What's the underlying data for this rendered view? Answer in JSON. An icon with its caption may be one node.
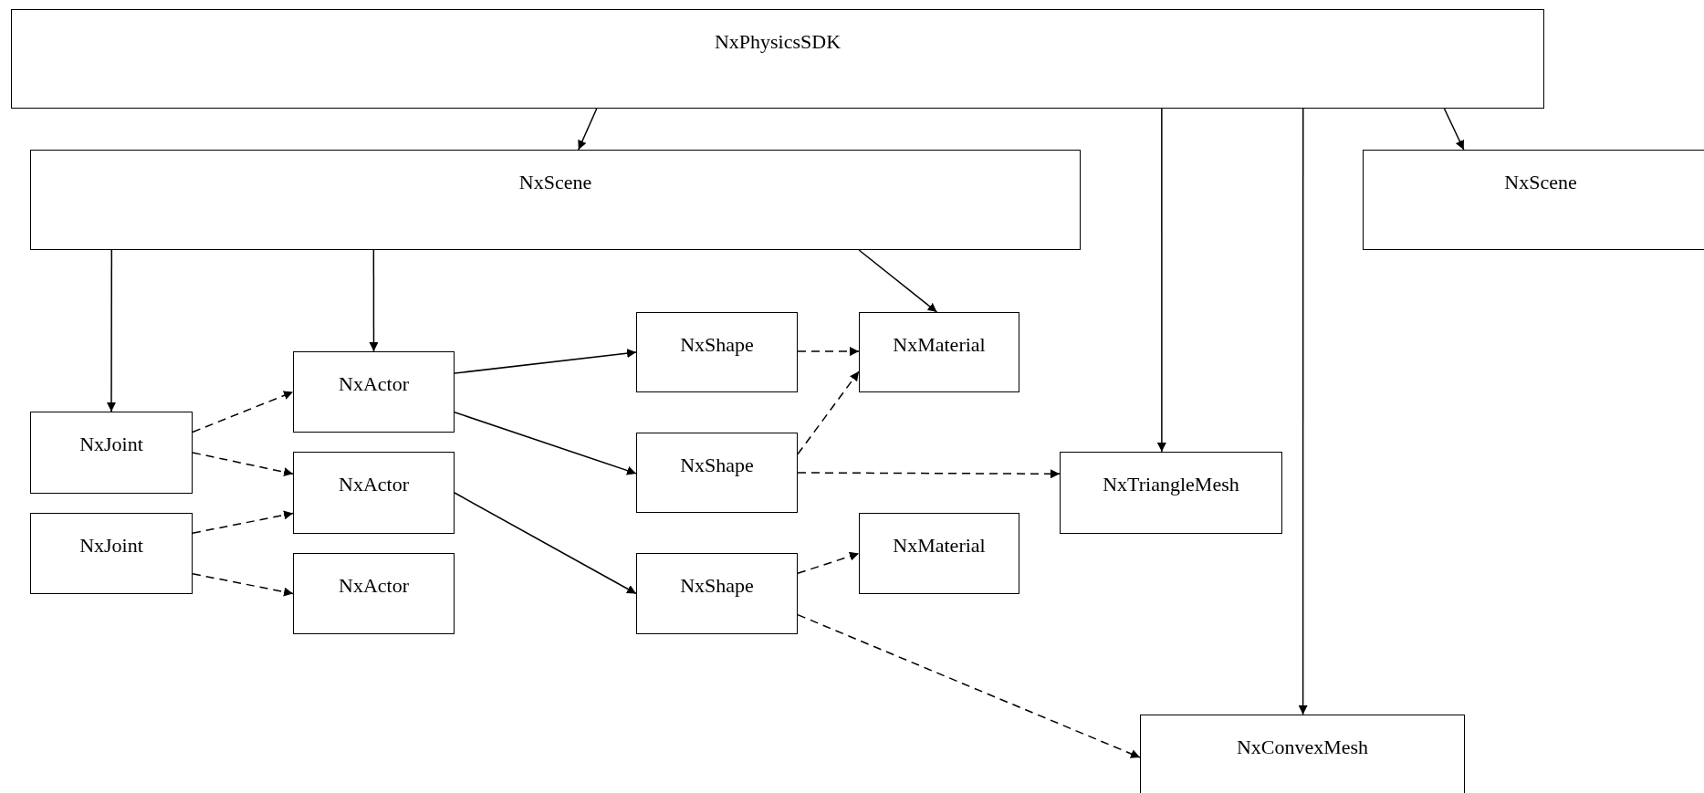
{
  "diagram": {
    "nodes": [
      {
        "text": [
          "NxPhysicsSDK"
        ]
      },
      {
        "text": [
          "NxScene"
        ]
      },
      {
        "text": [
          "NxScene"
        ]
      },
      {
        "text": [
          "NxActor"
        ]
      },
      {
        "text": [
          "NxShape"
        ]
      },
      {
        "text": [
          "NxMaterial"
        ]
      },
      {
        "text": [
          "NxJoint"
        ]
      },
      {
        "text": [
          "NxActor"
        ]
      },
      {
        "text": [
          "NxShape"
        ]
      },
      {
        "text": [
          "NxTriangleMesh"
        ]
      },
      {
        "text": [
          "NxJoint"
        ]
      },
      {
        "text": [
          "NxMaterial"
        ]
      },
      {
        "text": [
          "NxActor"
        ]
      },
      {
        "text": [
          "NxShape"
        ]
      },
      {
        "text": [
          "NxConvexMesh"
        ]
      }
    ],
    "edges": [
      {
        "from": 0,
        "to": 1,
        "arrow": "to"
      },
      {
        "from": 0,
        "to": 9,
        "arrow": "to"
      },
      {
        "from": 0,
        "to": 14,
        "arrow": "to"
      },
      {
        "from": 0,
        "to": 2,
        "arrow": "to"
      },
      {
        "from": 1,
        "to": 6,
        "arrow": "to"
      },
      {
        "from": 1,
        "to": 3,
        "arrow": "to"
      },
      {
        "from": 1,
        "to": 5,
        "arrow": "to"
      },
      {
        "from": 3,
        "to": 4,
        "arrow": "to"
      },
      {
        "from": 3,
        "to": 8,
        "arrow": "to"
      },
      {
        "from": 7,
        "to": 13,
        "arrow": "to"
      },
      {
        "from": 6,
        "to": 3,
        "arrow": "to",
        "style": "dashed"
      },
      {
        "from": 6,
        "to": 7,
        "arrow": "to",
        "style": "dashed"
      },
      {
        "from": 10,
        "to": 7,
        "arrow": "to",
        "style": "dashed"
      },
      {
        "from": 10,
        "to": 12,
        "arrow": "to",
        "style": "dashed"
      },
      {
        "from": 4,
        "to": 5,
        "arrow": "to",
        "style": "dashed"
      },
      {
        "from": 8,
        "to": 5,
        "arrow": "to",
        "style": "dashed"
      },
      {
        "from": 8,
        "to": 9,
        "arrow": "to",
        "style": "dashed"
      },
      {
        "from": 13,
        "to": 11,
        "arrow": "to",
        "style": "dashed"
      },
      {
        "from": 13,
        "to": 14,
        "arrow": "to",
        "style": "dashed"
      }
    ]
  }
}
